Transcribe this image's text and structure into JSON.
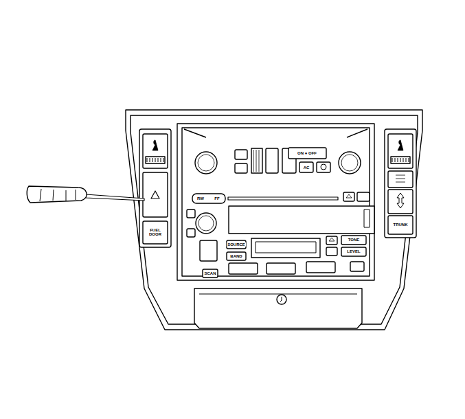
{
  "diagram": {
    "labels": [
      "RW",
      "FF",
      "ON ● OFF",
      "AC",
      "SOURCE",
      "BAND",
      "SCAN",
      "TONE",
      "LEVEL",
      "FUEL DOOR",
      "TRUNK"
    ]
  }
}
